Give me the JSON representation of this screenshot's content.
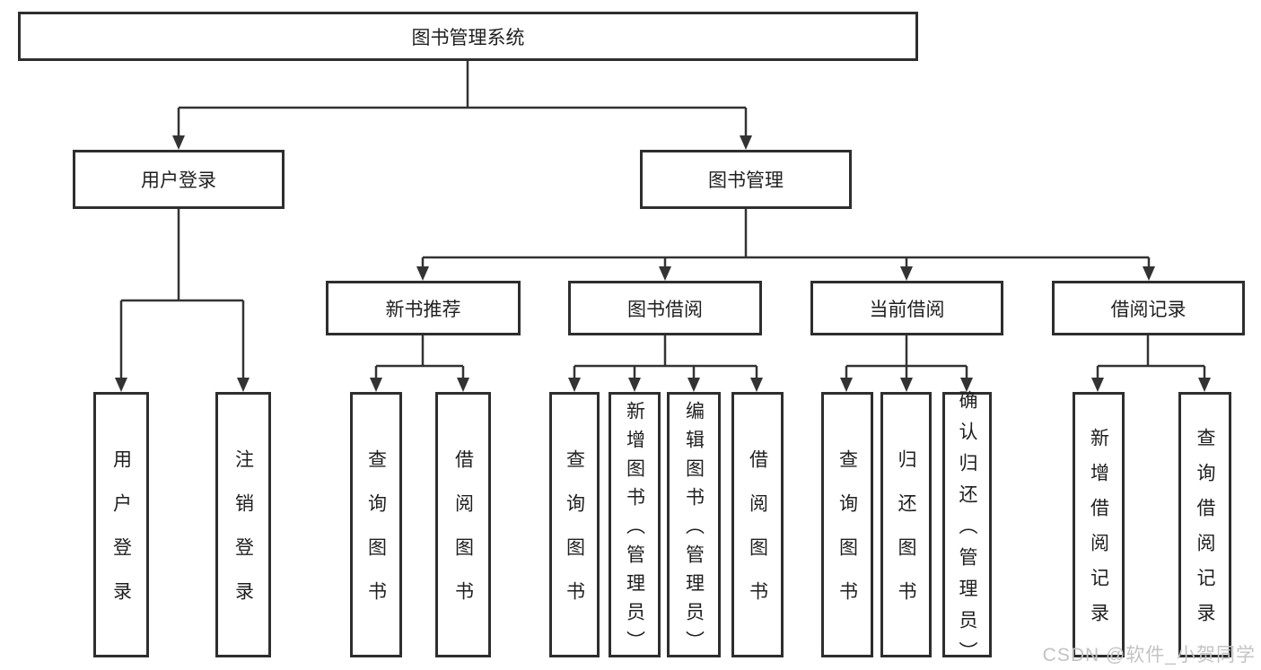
{
  "diagram": {
    "root": {
      "label": "图书管理系统"
    },
    "branches": [
      {
        "label": "用户登录",
        "children": [
          {
            "label": "用户登录"
          },
          {
            "label": "注销登录"
          }
        ]
      },
      {
        "label": "图书管理",
        "children": [
          {
            "label": "新书推荐",
            "children": [
              {
                "label": "查询图书"
              },
              {
                "label": "借阅图书"
              }
            ]
          },
          {
            "label": "图书借阅",
            "children": [
              {
                "label": "查询图书"
              },
              {
                "label": "新增图书（管理员）"
              },
              {
                "label": "编辑图书（管理员）"
              },
              {
                "label": "借阅图书"
              }
            ]
          },
          {
            "label": "当前借阅",
            "children": [
              {
                "label": "查询图书"
              },
              {
                "label": "归还图书"
              },
              {
                "label": "确认归还（管理员）"
              }
            ]
          },
          {
            "label": "借阅记录",
            "children": [
              {
                "label": "新增借阅记录"
              },
              {
                "label": "查询借阅记录"
              }
            ]
          }
        ]
      }
    ]
  },
  "watermark": {
    "text": "CSDN @软件_小贺同学"
  },
  "colors": {
    "line": "#333333",
    "box_border": "#2e2e2e",
    "text": "#1f1f1f",
    "background": "#ffffff",
    "watermark": "#c3c3c3"
  }
}
